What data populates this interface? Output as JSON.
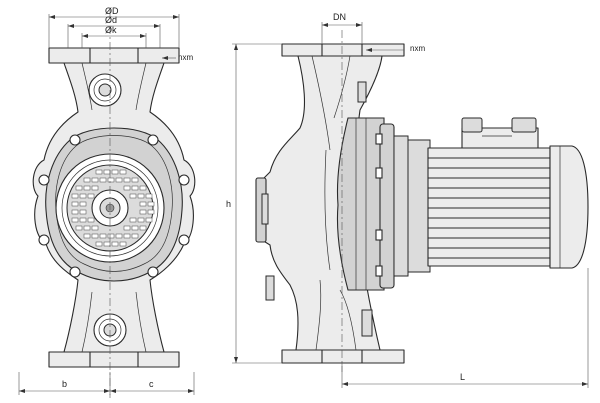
{
  "front_view": {
    "label_OD": "ØD",
    "label_Od": "Ød",
    "label_Ok": "Øk",
    "label_nxm": "nxm",
    "label_b": "b",
    "label_c": "c"
  },
  "side_view": {
    "label_DN": "DN",
    "label_nxm": "nxm",
    "label_h": "h",
    "label_L": "L"
  },
  "colors": {
    "line": "#2a2a2a",
    "fill_light": "#ececec",
    "fill_dark": "#d2d2d2"
  }
}
